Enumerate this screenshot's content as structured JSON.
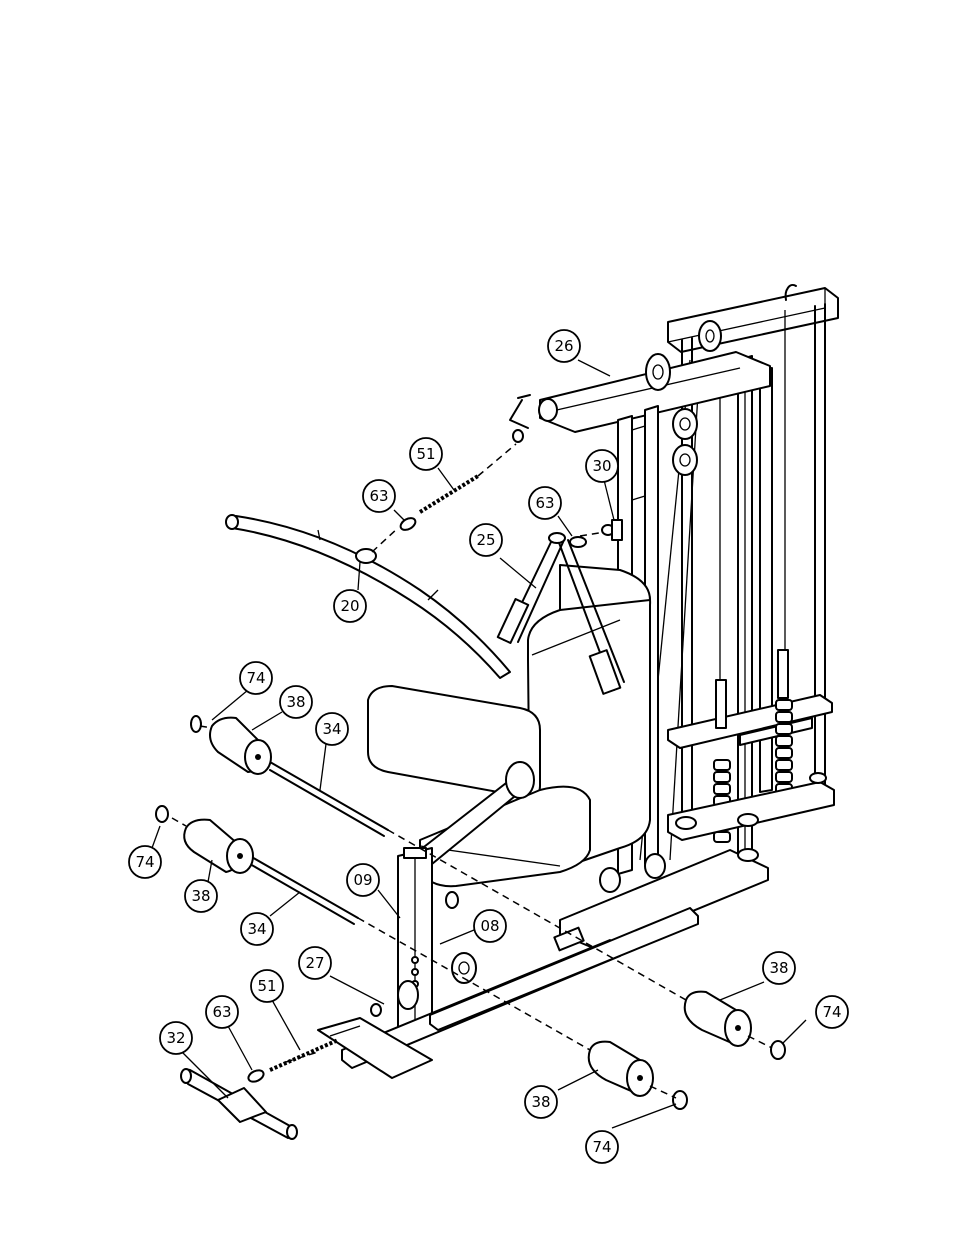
{
  "diagram": {
    "callouts": [
      {
        "id": "c26",
        "label": "26"
      },
      {
        "id": "c51a",
        "label": "51"
      },
      {
        "id": "c30",
        "label": "30"
      },
      {
        "id": "c63a",
        "label": "63"
      },
      {
        "id": "c63b",
        "label": "63"
      },
      {
        "id": "c25",
        "label": "25"
      },
      {
        "id": "c20",
        "label": "20"
      },
      {
        "id": "c74a",
        "label": "74"
      },
      {
        "id": "c38a",
        "label": "38"
      },
      {
        "id": "c34a",
        "label": "34"
      },
      {
        "id": "c74b",
        "label": "74"
      },
      {
        "id": "c38b",
        "label": "38"
      },
      {
        "id": "c09",
        "label": "09"
      },
      {
        "id": "c34b",
        "label": "34"
      },
      {
        "id": "c08",
        "label": "08"
      },
      {
        "id": "c27",
        "label": "27"
      },
      {
        "id": "c51b",
        "label": "51"
      },
      {
        "id": "c63c",
        "label": "63"
      },
      {
        "id": "c32",
        "label": "32"
      },
      {
        "id": "c38c",
        "label": "38"
      },
      {
        "id": "c74c",
        "label": "74"
      },
      {
        "id": "c38d",
        "label": "38"
      },
      {
        "id": "c74d",
        "label": "74"
      }
    ]
  }
}
